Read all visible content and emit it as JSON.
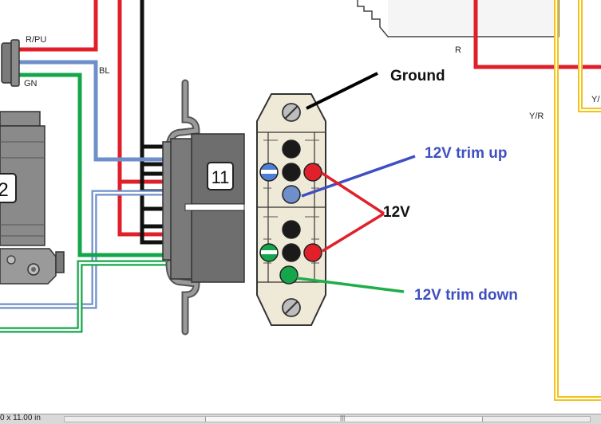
{
  "diagram": {
    "wire_labels": {
      "r_pu": "R/PU",
      "bl": "BL",
      "gn": "GN",
      "r": "R",
      "y_r": "Y/R",
      "y_partial": "Y/"
    },
    "component_numbers": {
      "connector": "11",
      "motor": "2"
    },
    "annotations": {
      "ground": "Ground",
      "trim_up": "12V trim up",
      "twelve_v": "12V",
      "trim_down": "12V trim down"
    },
    "colors": {
      "red_wire": "#e01f2b",
      "blue_wire": "#6e8fc9",
      "green_wire": "#14a64a",
      "black_wire": "#111111",
      "yellow_wire": "#f3c31a",
      "annotation_blue": "#3f4fc0",
      "annotation_red": "#e0202a",
      "annotation_green": "#1fae4a",
      "plug_body": "#efe9d8",
      "connector_gray": "#6e6e6e"
    }
  },
  "status_bar": {
    "page_size": "0 x 11.00 in",
    "scroll_grip": "|||"
  }
}
